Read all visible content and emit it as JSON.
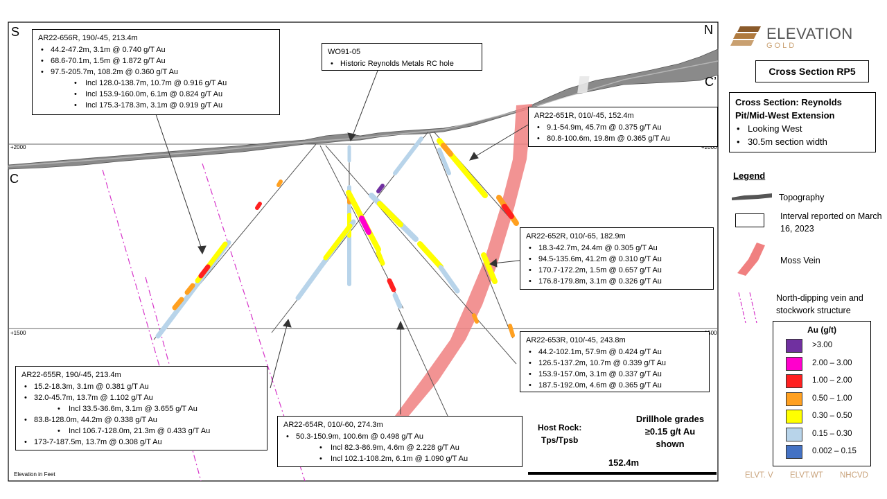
{
  "compass": {
    "south": "S",
    "north": "N",
    "c": "C",
    "c_prime": "C’"
  },
  "elevation_labels": {
    "upper": "+2000",
    "lower": "+1500"
  },
  "elevation_note": "Elevation in Feet",
  "logo": {
    "main": "ELEVATION",
    "sub": "GOLD"
  },
  "title_box": "Cross Section RP5",
  "info_box": {
    "title": "Cross Section: Reynolds Pit/Mid-West Extension",
    "bullets": [
      "Looking West",
      "30.5m section width"
    ]
  },
  "legend": {
    "title": "Legend",
    "topography": "Topography",
    "interval": "Interval reported on March 16, 2023",
    "moss_vein": "Moss Vein",
    "north_dipping": "North-dipping vein and stockwork structure"
  },
  "au_scale": {
    "title": "Au (g/t)",
    "items": [
      {
        "label": ">3.00",
        "color": "#7030a0"
      },
      {
        "label": "2.00 – 3.00",
        "color": "#ff00cc"
      },
      {
        "label": "1.00 – 2.00",
        "color": "#ff2020"
      },
      {
        "label": "0.50 – 1.00",
        "color": "#ffa020"
      },
      {
        "label": "0.30 – 0.50",
        "color": "#ffff00"
      },
      {
        "label": "0.15 – 0.30",
        "color": "#b8d4ea"
      },
      {
        "label": "0.002 – 0.15",
        "color": "#4472c4"
      }
    ]
  },
  "host_rock": {
    "line1": "Host Rock:",
    "line2": "Tps/Tpsb"
  },
  "drillhole_grades": {
    "line1": "Drillhole grades",
    "line2": "≥0.15 g/t Au",
    "line3": "shown"
  },
  "scale_bar": "152.4m",
  "footer_codes": [
    "ELVT. V",
    "ELVT.WT",
    "NHCVD"
  ],
  "callouts": {
    "ar656": {
      "header": "AR22-656R, 190/-45, 213.4m",
      "items": [
        {
          "text": "44.2-47.2m, 3.1m @ 0.740 g/T Au",
          "sub": false
        },
        {
          "text": "68.6-70.1m, 1.5m @ 1.872 g/T Au",
          "sub": false
        },
        {
          "text": "97.5-205.7m, 108.2m @ 0.360 g/T Au",
          "sub": false
        },
        {
          "text": "Incl 128.0-138.7m, 10.7m @ 0.916 g/T Au",
          "sub": true
        },
        {
          "text": "Incl 153.9-160.0m, 6.1m @ 0.824 g/T Au",
          "sub": true
        },
        {
          "text": "Incl 175.3-178.3m, 3.1m @ 0.919 g/T Au",
          "sub": true
        }
      ]
    },
    "wo91": {
      "header": "WO91-05",
      "items": [
        {
          "text": "Historic Reynolds Metals RC hole",
          "sub": false
        }
      ]
    },
    "ar651": {
      "header": "AR22-651R, 010/-45, 152.4m",
      "items": [
        {
          "text": "9.1-54.9m, 45.7m @ 0.375 g/T Au",
          "sub": false
        },
        {
          "text": "80.8-100.6m, 19.8m @ 0.365 g/T Au",
          "sub": false
        }
      ]
    },
    "ar652": {
      "header": "AR22-652R, 010/-65, 182.9m",
      "items": [
        {
          "text": "18.3-42.7m, 24.4m @ 0.305 g/T Au",
          "sub": false
        },
        {
          "text": "94.5-135.6m, 41.2m @ 0.310 g/T Au",
          "sub": false
        },
        {
          "text": "170.7-172.2m, 1.5m @ 0.657 g/T Au",
          "sub": false
        },
        {
          "text": "176.8-179.8m, 3.1m @ 0.326 g/T Au",
          "sub": false
        }
      ]
    },
    "ar653": {
      "header": "AR22-653R, 010/-45, 243.8m",
      "items": [
        {
          "text": "44.2-102.1m, 57.9m @ 0.424 g/T Au",
          "sub": false
        },
        {
          "text": "126.5-137.2m, 10.7m @ 0.339 g/T Au",
          "sub": false
        },
        {
          "text": "153.9-157.0m, 3.1m @ 0.337 g/T Au",
          "sub": false
        },
        {
          "text": "187.5-192.0m, 4.6m @ 0.365 g/T Au",
          "sub": false
        }
      ]
    },
    "ar655": {
      "header": "AR22-655R, 190/-45, 213.4m",
      "items": [
        {
          "text": "15.2-18.3m, 3.1m @ 0.381 g/T Au",
          "sub": false
        },
        {
          "text": "32.0-45.7m, 13.7m @ 1.102 g/T Au",
          "sub": false
        },
        {
          "text": "Incl 33.5-36.6m, 3.1m @ 3.655 g/T Au",
          "sub": true
        },
        {
          "text": "83.8-128.0m, 44.2m @ 0.338 g/T Au",
          "sub": false
        },
        {
          "text": "Incl 106.7-128.0m, 21.3m @ 0.433 g/T Au",
          "sub": true
        },
        {
          "text": "173-7-187.5m, 13.7m @ 0.308 g/T Au",
          "sub": false
        }
      ]
    },
    "ar654": {
      "header": "AR22-654R, 010/-60, 274.3m",
      "items": [
        {
          "text": "50.3-150.9m, 100.6m @ 0.498 g/T Au",
          "sub": false
        },
        {
          "text": "Incl 82.3-86.9m, 4.6m @ 2.228 g/T Au",
          "sub": true
        },
        {
          "text": "Incl 102.1-108.2m, 6.1m @ 1.090 g/T Au",
          "sub": true
        }
      ]
    }
  }
}
